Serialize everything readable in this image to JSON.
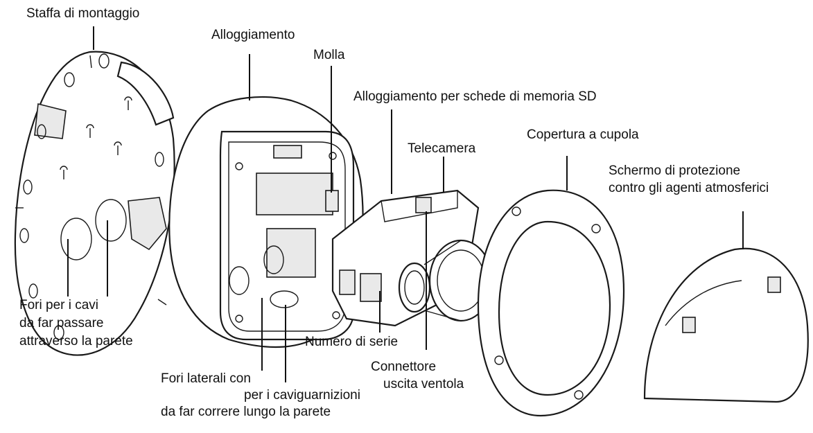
{
  "labels": {
    "mounting_bracket": "Staffa di montaggio",
    "housing": "Alloggiamento",
    "spring": "Molla",
    "sd_slot": "Alloggiamento per schede di memoria SD",
    "camera": "Telecamera",
    "dome_cover": "Copertura a cupola",
    "weathershield_line1": "Schermo di protezione",
    "weathershield_line2": "contro gli agenti atmosferici",
    "wall_holes_line1": "Fori per i cavi",
    "wall_holes_line2": "da far passare",
    "wall_holes_line3": "attraverso la parete",
    "side_holes_line1": "Fori laterali con",
    "side_holes_line2": "per i caviguarnizioni",
    "side_holes_line3": "da far correre lungo la parete",
    "serial_number": "Numero di serie",
    "fan_connector_line1": "Connettore",
    "fan_connector_line2": "uscita ventola"
  }
}
